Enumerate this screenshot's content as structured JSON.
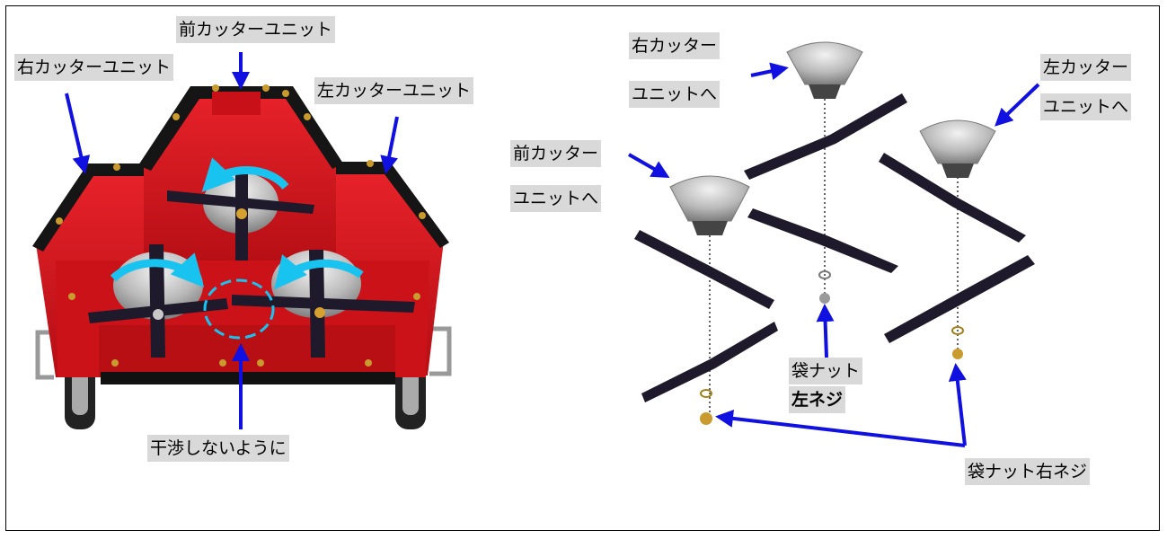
{
  "labels": {
    "front_unit": "前カッターユニット",
    "right_unit": "右カッターユニット",
    "left_unit": "左カッターユニット",
    "no_interfere": "干渉しないように",
    "to_right_line1": "右カッター",
    "to_right_line2": "ユニットへ",
    "to_left_line1": "左カッター",
    "to_left_line2": "ユニットへ",
    "to_front_line1": "前カッター",
    "to_front_line2": "ユニットへ",
    "cap_nut_left_line1": "袋ナット",
    "cap_nut_left_line2": "左ネジ",
    "cap_nut_right": "袋ナット右ネジ"
  },
  "colors": {
    "arrow_blue": "#1010e0",
    "rotation_cyan": "#19c3f0",
    "deck_red": "#d8141c",
    "blade_dark": "#1e1a2c",
    "label_gray": "#d9d9d9"
  },
  "icons": {
    "rotation": "curved-rotation-arrow-icon",
    "pointer": "straight-arrow-icon"
  }
}
